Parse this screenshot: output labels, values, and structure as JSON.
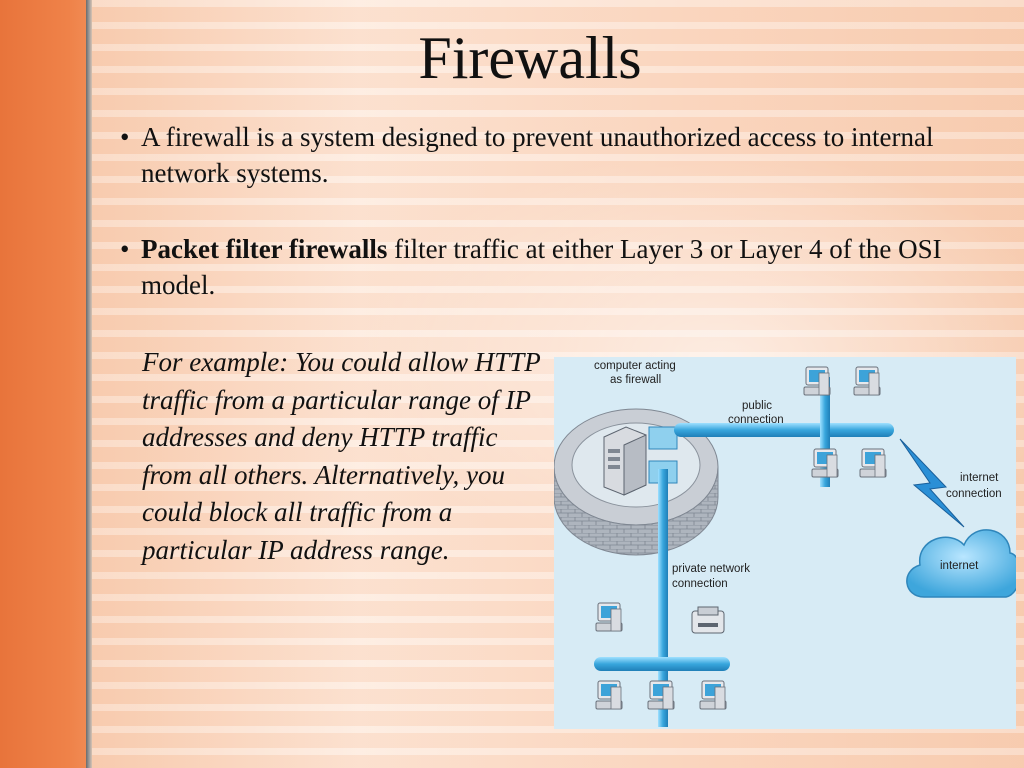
{
  "slide": {
    "title": "Firewalls",
    "bullet_symbol": "•",
    "bullet1": "A firewall is a system designed to prevent unauthorized access to internal network systems.",
    "bullet2_bold": "Packet filter firewalls",
    "bullet2_rest": " filter traffic at either Layer 3 or Layer 4 of the OSI model.",
    "example": "For example: You could allow HTTP traffic from a particular range of IP addresses and deny HTTP traffic from all others. Alternatively, you could block all traffic from a particular IP address range."
  },
  "diagram": {
    "label_firewall_line1": "computer acting",
    "label_firewall_line2": "as firewall",
    "label_public_line1": "public",
    "label_public_line2": "connection",
    "label_internet_conn_line1": "internet",
    "label_internet_conn_line2": "connection",
    "label_cloud": "internet",
    "label_private_line1": "private network",
    "label_private_line2": "connection",
    "icons": [
      "firewall-wall-icon",
      "server-icon",
      "computer-icon",
      "printer-icon",
      "cloud-icon",
      "lightning-icon"
    ],
    "colors": {
      "pipe": "#4fb8e8",
      "wall": "#b8bec6",
      "cloud": "#5cb6e6",
      "bolt": "#1f7fc9",
      "panel_bg": "#d7ebf5"
    }
  }
}
